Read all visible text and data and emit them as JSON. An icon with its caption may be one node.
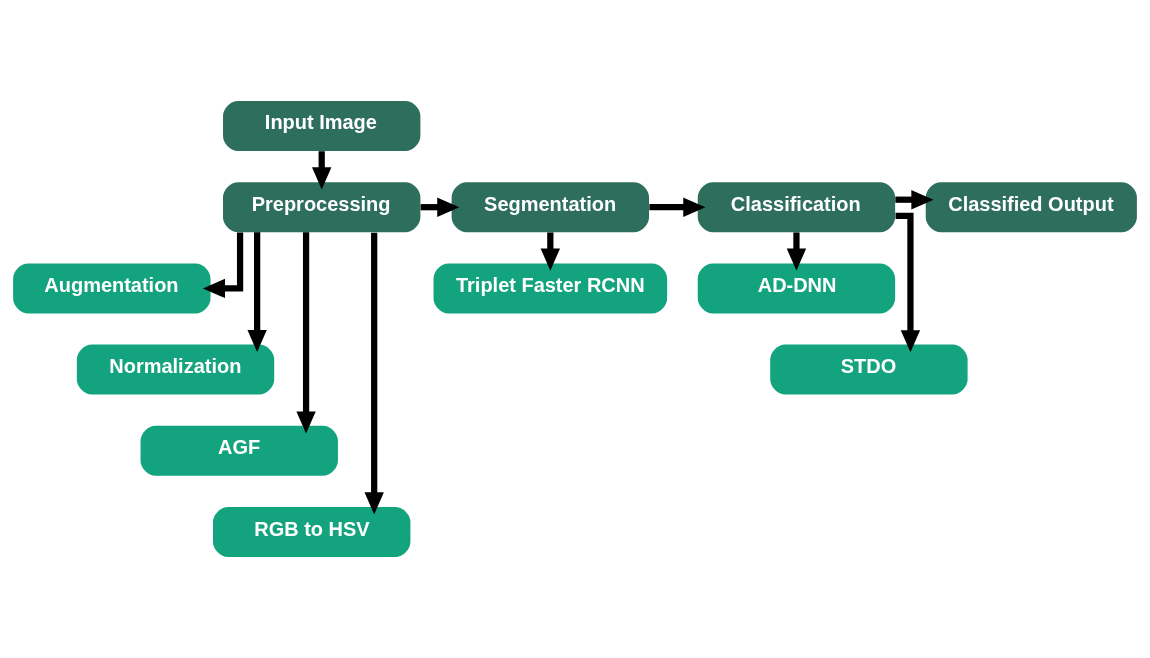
{
  "diagram": {
    "nodes": [
      {
        "text": [
          "Input Image"
        ]
      },
      {
        "text": [
          "Preprocessing"
        ]
      },
      {
        "text": [
          "Segmentation"
        ]
      },
      {
        "text": [
          "Classification"
        ]
      },
      {
        "text": [
          "Classified Output"
        ]
      },
      {
        "text": [
          "Augmentation"
        ]
      },
      {
        "text": [
          "Normalization"
        ]
      },
      {
        "text": [
          "AGF"
        ]
      },
      {
        "text": [
          "RGB to HSV"
        ]
      },
      {
        "text": [
          "Triplet Faster RCNN"
        ]
      },
      {
        "text": [
          "AD-DNN"
        ]
      },
      {
        "text": [
          "STDO"
        ]
      }
    ],
    "edges": [
      {
        "from": 0,
        "to": 1,
        "arrow": "to"
      },
      {
        "from": 1,
        "to": 2,
        "arrow": "to"
      },
      {
        "from": 2,
        "to": 3,
        "arrow": "to"
      },
      {
        "from": 3,
        "to": 4,
        "arrow": "to"
      },
      {
        "from": 1,
        "to": 5,
        "arrow": "to"
      },
      {
        "from": 1,
        "to": 6,
        "arrow": "to"
      },
      {
        "from": 1,
        "to": 7,
        "arrow": "to"
      },
      {
        "from": 1,
        "to": 8,
        "arrow": "to"
      },
      {
        "from": 2,
        "to": 9,
        "arrow": "to"
      },
      {
        "from": 3,
        "to": 10,
        "arrow": "to"
      },
      {
        "from": 3,
        "to": 11,
        "arrow": "to"
      }
    ]
  }
}
